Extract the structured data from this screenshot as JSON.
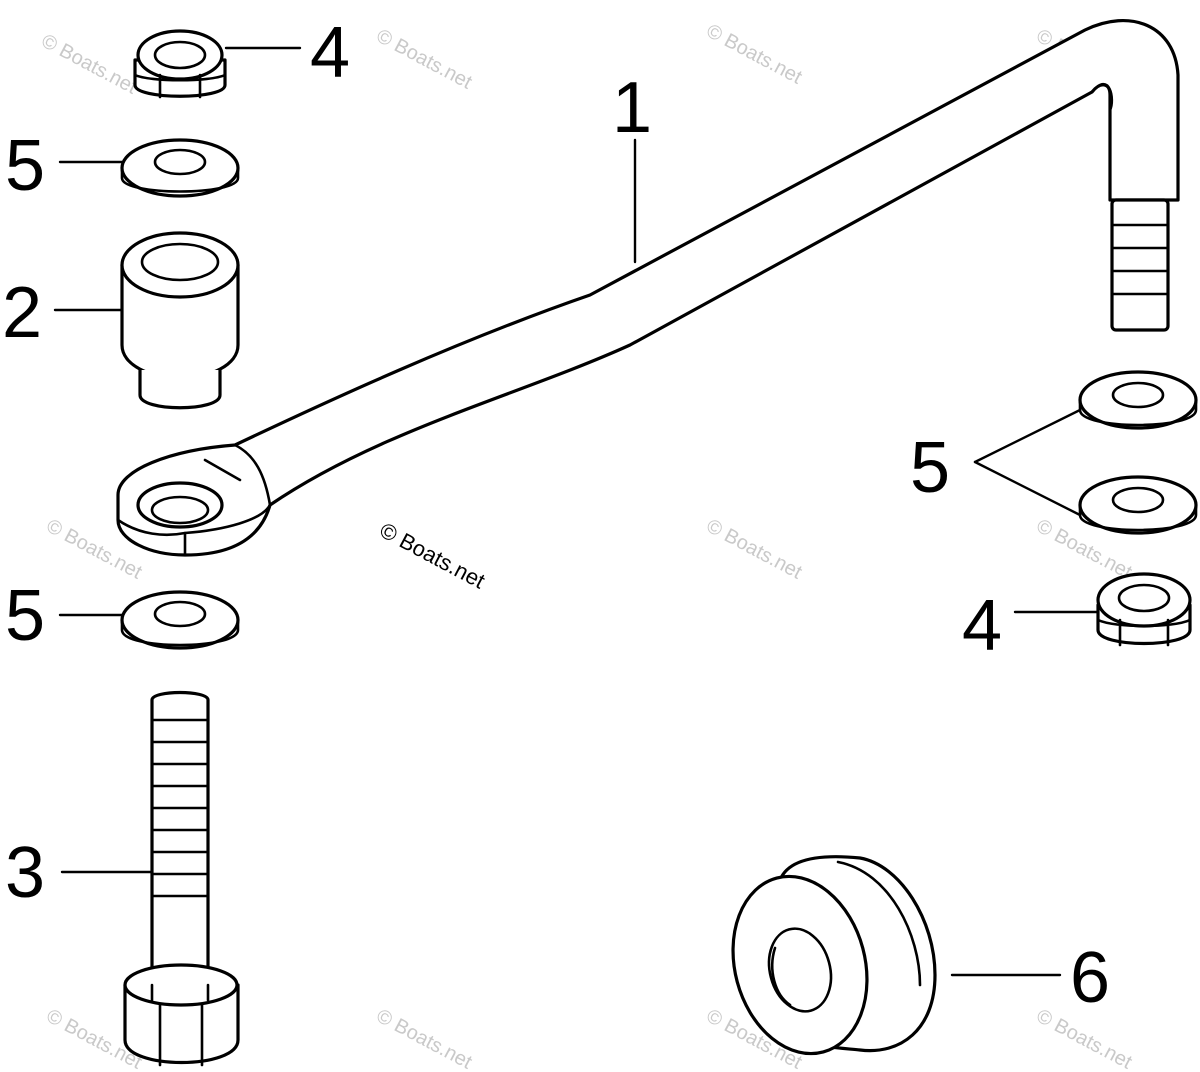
{
  "callouts": {
    "steering_link_rod": "1",
    "spacer": "2",
    "bolt": "3",
    "locknut_top": "4",
    "locknut_right": "4",
    "washer_top": "5",
    "washer_pair": "5",
    "washer_bottom_left": "5",
    "bushing": "6"
  },
  "watermark": {
    "main": "© Boats.net",
    "tile": "© Boats.net"
  }
}
